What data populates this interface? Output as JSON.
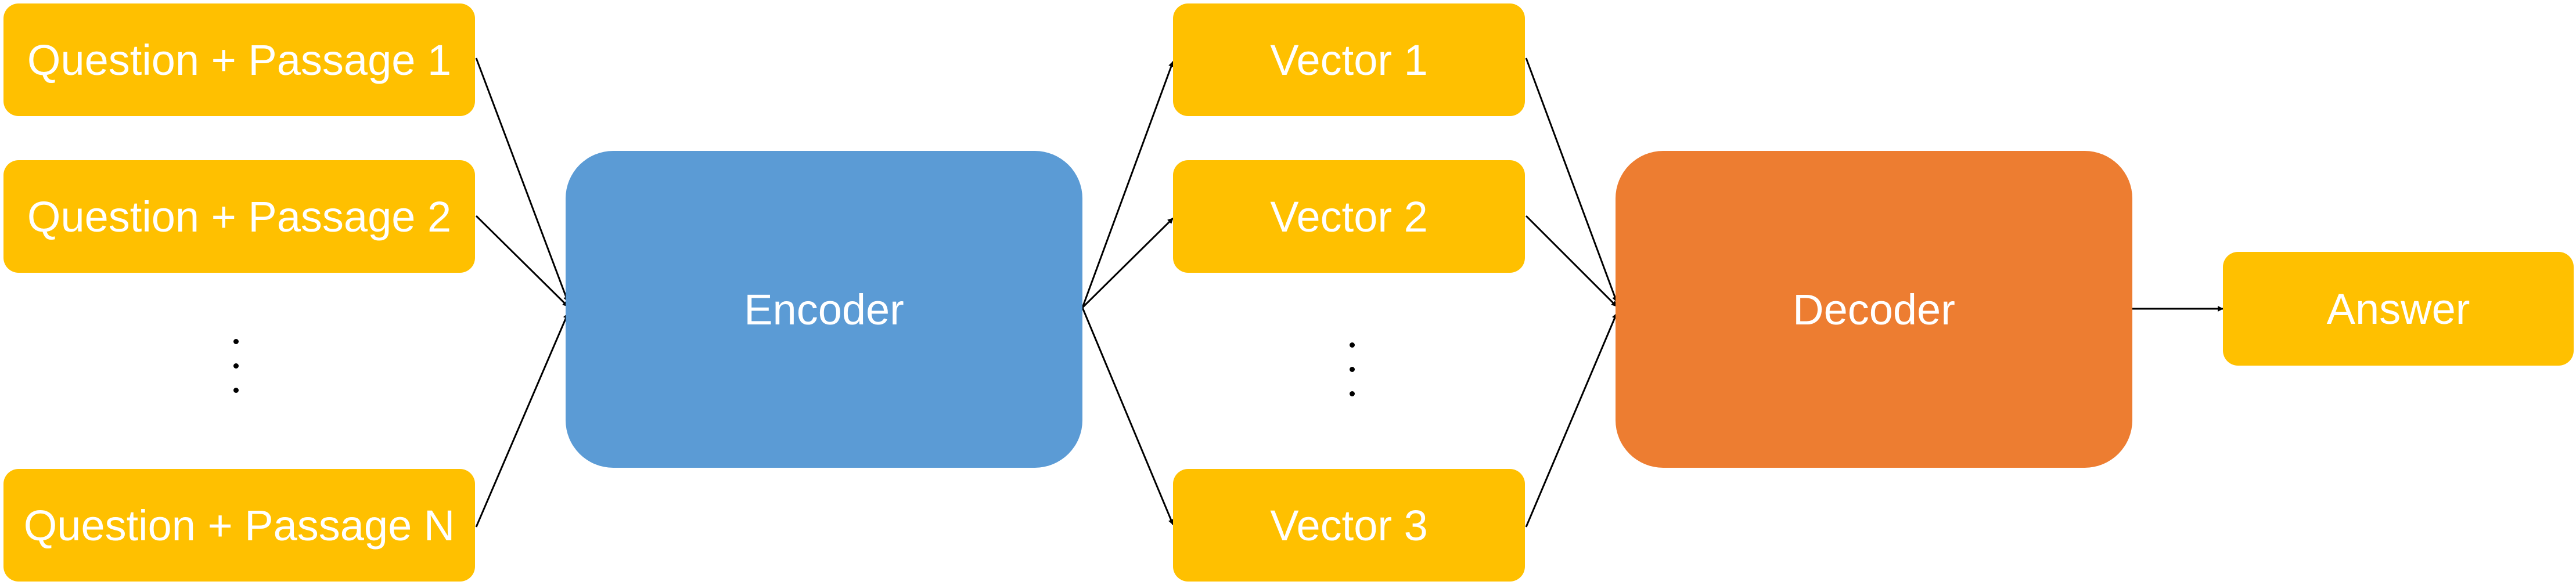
{
  "inputs": [
    {
      "label": "Question + Passage 1"
    },
    {
      "label": "Question + Passage 2"
    },
    {
      "label": "Question + Passage N"
    }
  ],
  "encoder": {
    "label": "Encoder"
  },
  "vectors": [
    {
      "label": "Vector 1"
    },
    {
      "label": "Vector 2"
    },
    {
      "label": "Vector 3"
    }
  ],
  "decoder": {
    "label": "Decoder"
  },
  "output": {
    "label": "Answer"
  },
  "colors": {
    "input_box": "#ffc000",
    "encoder": "#5b9bd5",
    "decoder": "#ed7d31",
    "text": "#ffffff",
    "arrow": "#000000"
  }
}
